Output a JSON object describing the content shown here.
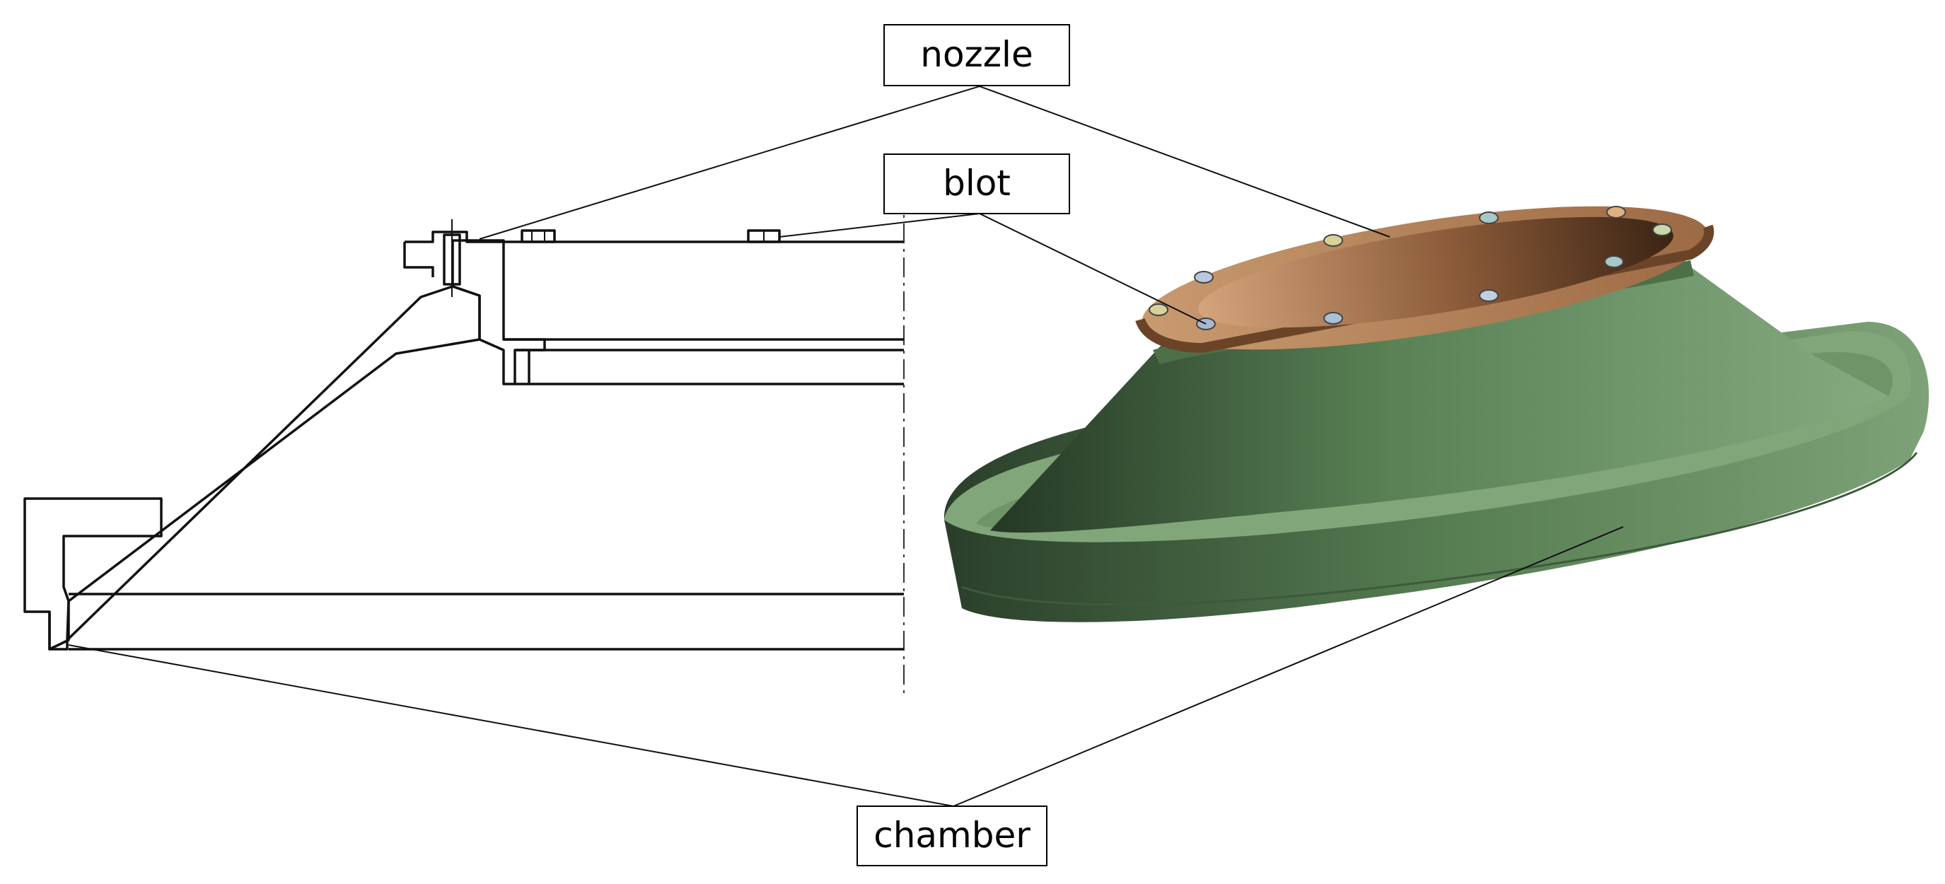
{
  "labels": {
    "nozzle": "nozzle",
    "bolt": "blot",
    "chamber": "chamber"
  },
  "colors": {
    "chamber_green": "#5f8a5c",
    "chamber_dark": "#2f4630",
    "chamber_light": "#86aa80",
    "nozzle_brown": "#a9774f",
    "nozzle_dark": "#3f2818",
    "nozzle_light": "#d0a27a",
    "bolt_colors": [
      "#b8c8e0",
      "#d8d29a",
      "#a8c8c8",
      "#e0b080",
      "#c8d8a8"
    ]
  },
  "icons": {
    "section_view": "cross-section-drawing",
    "model_view": "3d-rendered-model"
  }
}
